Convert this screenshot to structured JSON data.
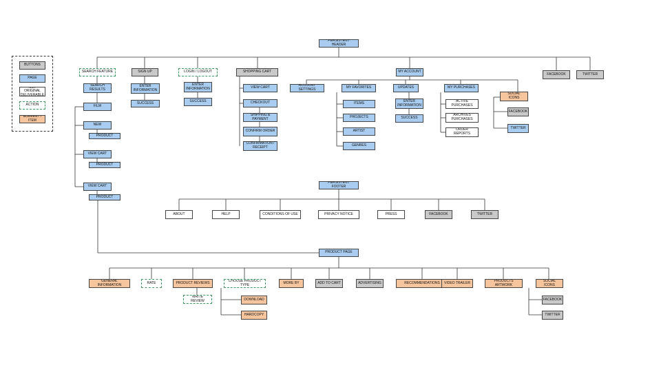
{
  "legend": {
    "buttons": "BUTTONS",
    "page": "PAGE",
    "not_original": "NOT ORIGINAL DELIVERABLE",
    "action": "ACTION",
    "element": "ELEMENT / ITEM"
  },
  "header": {
    "persistent_header": "PERSISTENT HEADER",
    "search_feature": "SEARCH FEATURE",
    "search_results": "SEARCH RESULTS",
    "film": "FILM",
    "new": "NEW",
    "new_product": "PRODUCT",
    "view_cart_1": "VIEW CART",
    "view_cart_1_product": "PRODUCT",
    "view_cart_2": "VIEW CART",
    "view_cart_2_product": "PRODUCT",
    "sign_up": "SIGN UP",
    "sign_up_enter": "ENTER INFORMATION",
    "sign_up_success": "SUCCESS",
    "login": "LOGIN / LOGOUT",
    "login_enter": "ENTER INFORMATION",
    "login_success": "SUCCESS",
    "shopping_cart": "SHOPPING CART",
    "sc_view_cart": "VIEW CART",
    "sc_checkout": "CHECKOUT",
    "sc_shipping": "SHIPPING & PAYMENT",
    "sc_confirm": "CONFIRM ORDER",
    "sc_confirmation": "CONFIRMATION / RECEIPT",
    "my_account": "MY ACCOUNT",
    "account_settings": "ACCOUNT SETTINGS",
    "my_favorites": "MY FAVORITES",
    "fav_items": "ITEMS",
    "fav_projects": "PROJECTS",
    "fav_artist": "ARTIST",
    "fav_genres": "GENRES",
    "updates": "UPDATES",
    "updates_enter": "ENTER INFORMATION",
    "updates_success": "SUCCESS",
    "my_purchases": "MY PURCHASES",
    "active_purchases": "ACTIVE PURCHASES",
    "archives_purchases": "ARCHIVES PURCHASES",
    "order_reports": "ORDER REPORTS",
    "social_icons": "SOCIAL ICONS",
    "social_facebook": "FACEBOOK",
    "social_twitter": "TWITTER",
    "facebook": "FACEBOOK",
    "twitter": "TWITTER"
  },
  "footer": {
    "persistent_footer": "PERSISTENT FOOTER",
    "about": "ABOUT",
    "help": "HELP",
    "conditions": "CONDITIONS OF USE",
    "privacy": "PRIVACY NOTICE",
    "press": "PRESS",
    "facebook": "FACEBOOK",
    "twitter": "TWITTER"
  },
  "product": {
    "product_page": "PRODUCT PAGE",
    "general_information": "GENERAL INFORMATION",
    "rate": "RATE",
    "product_reviews": "PRODUCT REVIEWS",
    "write_review": "WRITE REVIEW",
    "choose_type": "CHOOSE PRODUCT TYPE",
    "download": "DOWNLOAD",
    "hardcopy": "HARDCOPY",
    "more_by": "MORE BY",
    "add_to_cart": "ADD TO CART",
    "advertising": "ADVERTISING",
    "recommendations": "RECOMMENDATIONS",
    "video_trailer": "VIDEO TRAILER",
    "products_artwork": "PRODUCTS ARTWORK",
    "social_icons": "SOCIAL ICONS",
    "facebook": "FACEBOOK",
    "twitter": "TWITTER"
  }
}
